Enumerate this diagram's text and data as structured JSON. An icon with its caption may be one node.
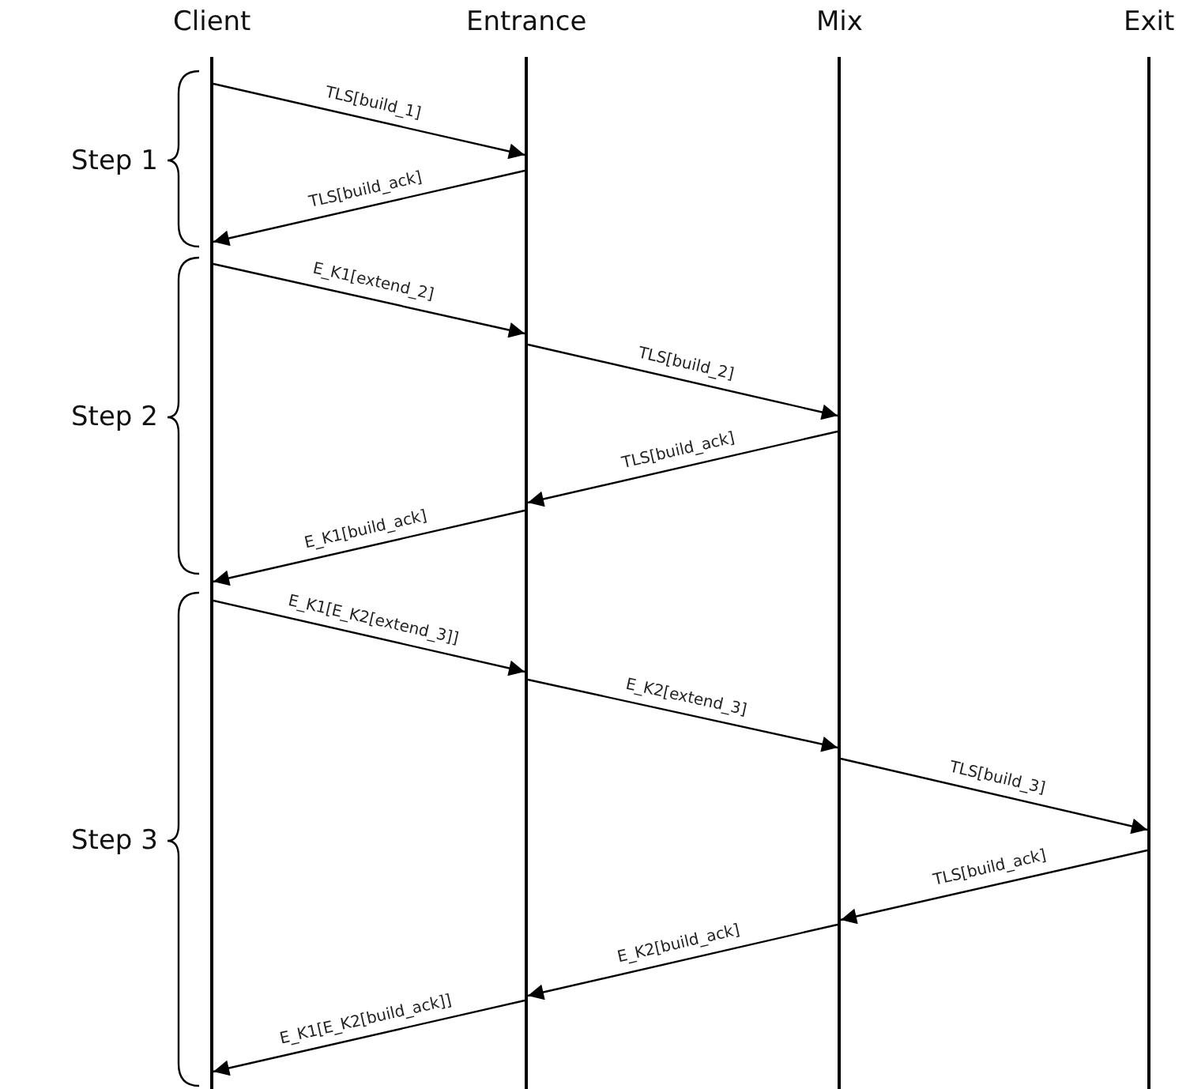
{
  "diagram": {
    "nodes": [
      {
        "text": [
          "Client"
        ]
      },
      {
        "text": [
          "Entrance"
        ]
      },
      {
        "text": [
          "Mix"
        ]
      },
      {
        "text": [
          "Exit"
        ]
      }
    ],
    "edges": [
      {
        "from": 0,
        "to": 1,
        "arrow": "to",
        "label": "TLS[build_1]"
      },
      {
        "from": 1,
        "to": 0,
        "arrow": "to",
        "label": "TLS[build_ack]"
      },
      {
        "from": 0,
        "to": 1,
        "arrow": "to",
        "label": "E_K1[extend_2]"
      },
      {
        "from": 1,
        "to": 2,
        "arrow": "to",
        "label": "TLS[build_2]"
      },
      {
        "from": 2,
        "to": 1,
        "arrow": "to",
        "label": "TLS[build_ack]"
      },
      {
        "from": 1,
        "to": 0,
        "arrow": "to",
        "label": "E_K1[build_ack]"
      },
      {
        "from": 0,
        "to": 1,
        "arrow": "to",
        "label": "E_K1[E_K2[extend_3]]"
      },
      {
        "from": 1,
        "to": 2,
        "arrow": "to",
        "label": "E_K2[extend_3]"
      },
      {
        "from": 2,
        "to": 3,
        "arrow": "to",
        "label": "TLS[build_3]"
      },
      {
        "from": 3,
        "to": 2,
        "arrow": "to",
        "label": "TLS[build_ack]"
      },
      {
        "from": 2,
        "to": 1,
        "arrow": "to",
        "label": "E_K2[build_ack]"
      },
      {
        "from": 1,
        "to": 0,
        "arrow": "to",
        "label": "E_K1[E_K2[build_ack]]"
      }
    ],
    "labels": [
      "Step 1",
      "Step 2",
      "Step 3"
    ]
  }
}
